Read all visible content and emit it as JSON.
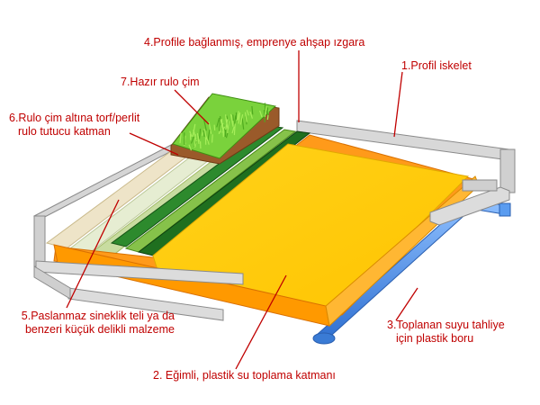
{
  "labels": {
    "profile_frame": "1.Profil iskelet",
    "sloped_layer": "2. Eğimli, plastik su toplama katmanı",
    "drain_pipe": [
      "3.Toplanan suyu tahliye",
      "için plastik boru"
    ],
    "wood_grid": "4.Profile bağlanmış, emprenye ahşap ızgara",
    "mesh": [
      "5.Paslanmaz sineklik teli ya da",
      "benzeri küçük delikli malzeme"
    ],
    "holder_layer": [
      "6.Rulo çim altına torf/perlit",
      "rulo tutucu katman"
    ],
    "roll_grass": "7.Hazır rulo çim"
  },
  "colors": {
    "label_text": "#c00000",
    "leader_line": "#c00000",
    "frame": "#c7c7c7",
    "frame_edge": "#8a8a8a",
    "collection_tray": "#ffcc00",
    "tray_rim": "#ff9900",
    "drain_pipe": "#3a7bd5",
    "wood_grid": "#1f7a1f",
    "grass": "#7ad23c",
    "soil": "#9a5a2a"
  }
}
